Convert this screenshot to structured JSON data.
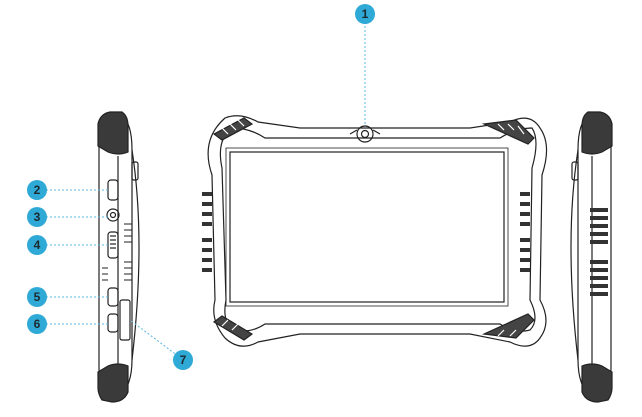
{
  "diagram": {
    "callouts": [
      {
        "number": "1"
      },
      {
        "number": "2"
      },
      {
        "number": "3"
      },
      {
        "number": "4"
      },
      {
        "number": "5"
      },
      {
        "number": "6"
      },
      {
        "number": "7"
      }
    ],
    "colors": {
      "badge": "#2fa9d6",
      "leader": "#5ab8e0",
      "line": "#222222",
      "background": "#ffffff"
    }
  }
}
